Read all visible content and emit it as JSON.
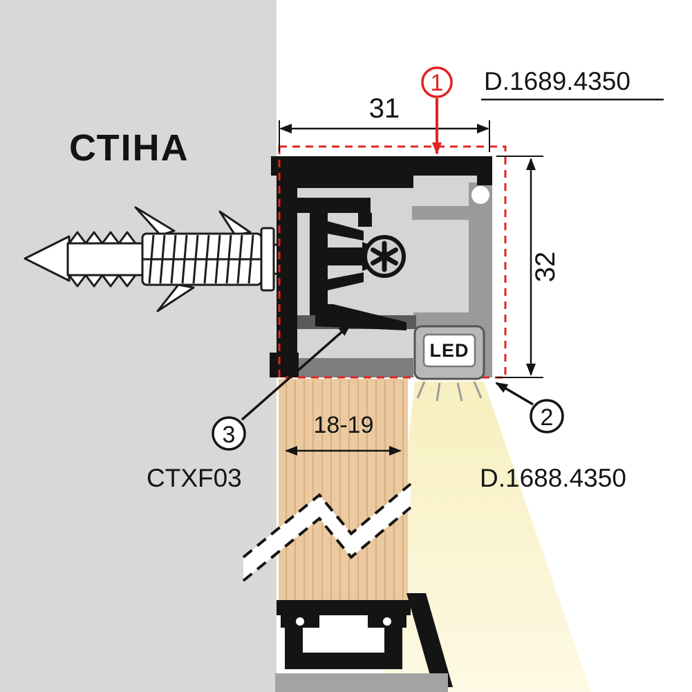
{
  "wall": {
    "label": "СТІНА"
  },
  "dimensions": {
    "profile_width": "31",
    "profile_height": "32",
    "panel_thickness": "18-19"
  },
  "led": {
    "label": "LED"
  },
  "callouts": {
    "c1": {
      "number": "1",
      "code": "D.1689.4350"
    },
    "c2": {
      "number": "2",
      "code": "D.1688.4350"
    },
    "c3": {
      "number": "3",
      "code": "CTXF03"
    }
  },
  "colors": {
    "accent_red": "#e02420",
    "wall_gray": "#d8d8d8",
    "wood": "#ebcaa1",
    "wood_grain": "#d9af7f",
    "light_yellow": "#f7efbe",
    "profile_gray": "#9a9a9a",
    "ink": "#141414"
  }
}
